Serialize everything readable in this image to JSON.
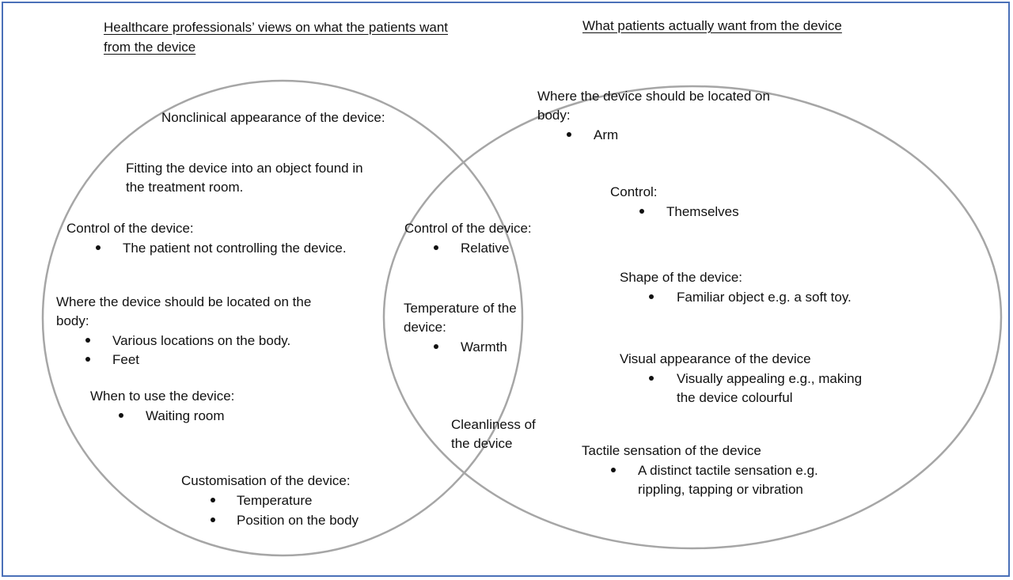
{
  "headings": {
    "left_line1": "Healthcare professionals’ views on what the patients want",
    "left_line2": "from the device",
    "right": "What patients actually want from the device"
  },
  "left": {
    "nonclinical": "Nonclinical appearance of the device:",
    "fitting_line1": "Fitting the device into an object found in",
    "fitting_line2": "the treatment room.",
    "control_label": "Control of the device:",
    "control_items": [
      "The patient not controlling the device."
    ],
    "location_line1": "Where the device should be located on the",
    "location_line2": "body:",
    "location_items": [
      "Various locations on the body.",
      "Feet"
    ],
    "when_label": "When to use the device:",
    "when_items": [
      "Waiting room"
    ],
    "custom_label": "Customisation of the device:",
    "custom_items": [
      "Temperature",
      "Position on the body"
    ]
  },
  "middle": {
    "control_label": "Control of the device:",
    "control_items": [
      "Relative"
    ],
    "temp_line1": "Temperature of the",
    "temp_line2": "device:",
    "temp_items": [
      "Warmth"
    ],
    "clean_line1": "Cleanliness of",
    "clean_line2": "the device"
  },
  "right": {
    "location_line1": "Where the device should be located on",
    "location_line2": "body:",
    "location_items": [
      "Arm"
    ],
    "control_label": "Control:",
    "control_items": [
      "Themselves"
    ],
    "shape_label": "Shape of the device:",
    "shape_items": [
      "Familiar object e.g. a soft toy."
    ],
    "visual_label": "Visual appearance of the device",
    "visual_item_line1": "Visually appealing e.g., making",
    "visual_item_line2": "the device colourful",
    "tactile_label": "Tactile sensation of the device",
    "tactile_item_line1": "A distinct tactile sensation e.g.",
    "tactile_item_line2": "rippling, tapping or vibration"
  },
  "colors": {
    "border": "#4a70b8",
    "circle": "#a6a6a6"
  }
}
